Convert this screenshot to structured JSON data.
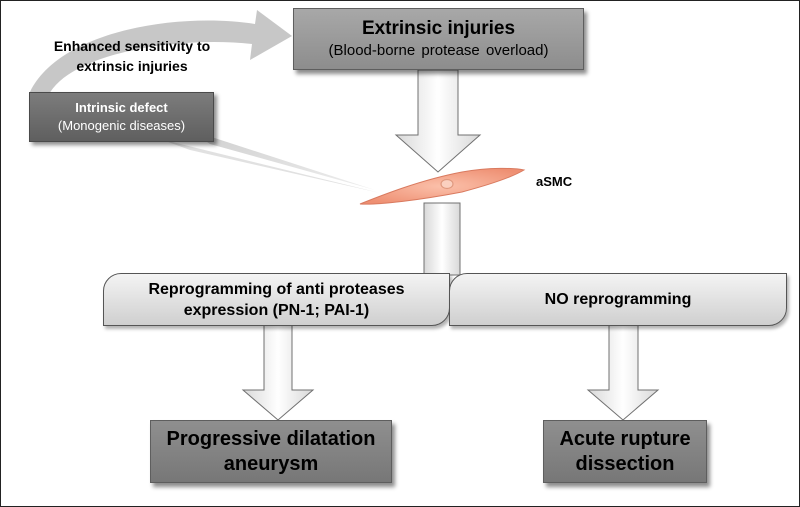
{
  "diagram": {
    "extrinsic": {
      "title": "Extrinsic injuries",
      "subtitle": "(Blood-borne protease overload)"
    },
    "sensitivity": {
      "line1": "Enhanced sensitivity to",
      "line2": "extrinsic injuries"
    },
    "intrinsic": {
      "title": "Intrinsic defect",
      "subtitle": "(Monogenic diseases)"
    },
    "cell_label": "aSMC",
    "reprogramming": {
      "line1": "Reprogramming of anti proteases",
      "line2": "expression (PN-1; PAI-1)"
    },
    "no_reprogramming": "NO reprogramming",
    "outcome_left": {
      "line1": "Progressive dilatation",
      "line2": "aneurysm"
    },
    "outcome_right": {
      "line1": "Acute rupture",
      "line2": "dissection"
    },
    "colors": {
      "box_grey": "#9a9a9a",
      "box_dark": "#6e6e6e",
      "cell_fill": "#f4a38a",
      "cell_stroke": "#d97a5f",
      "arrow_fill": "#f1f1f1"
    }
  }
}
